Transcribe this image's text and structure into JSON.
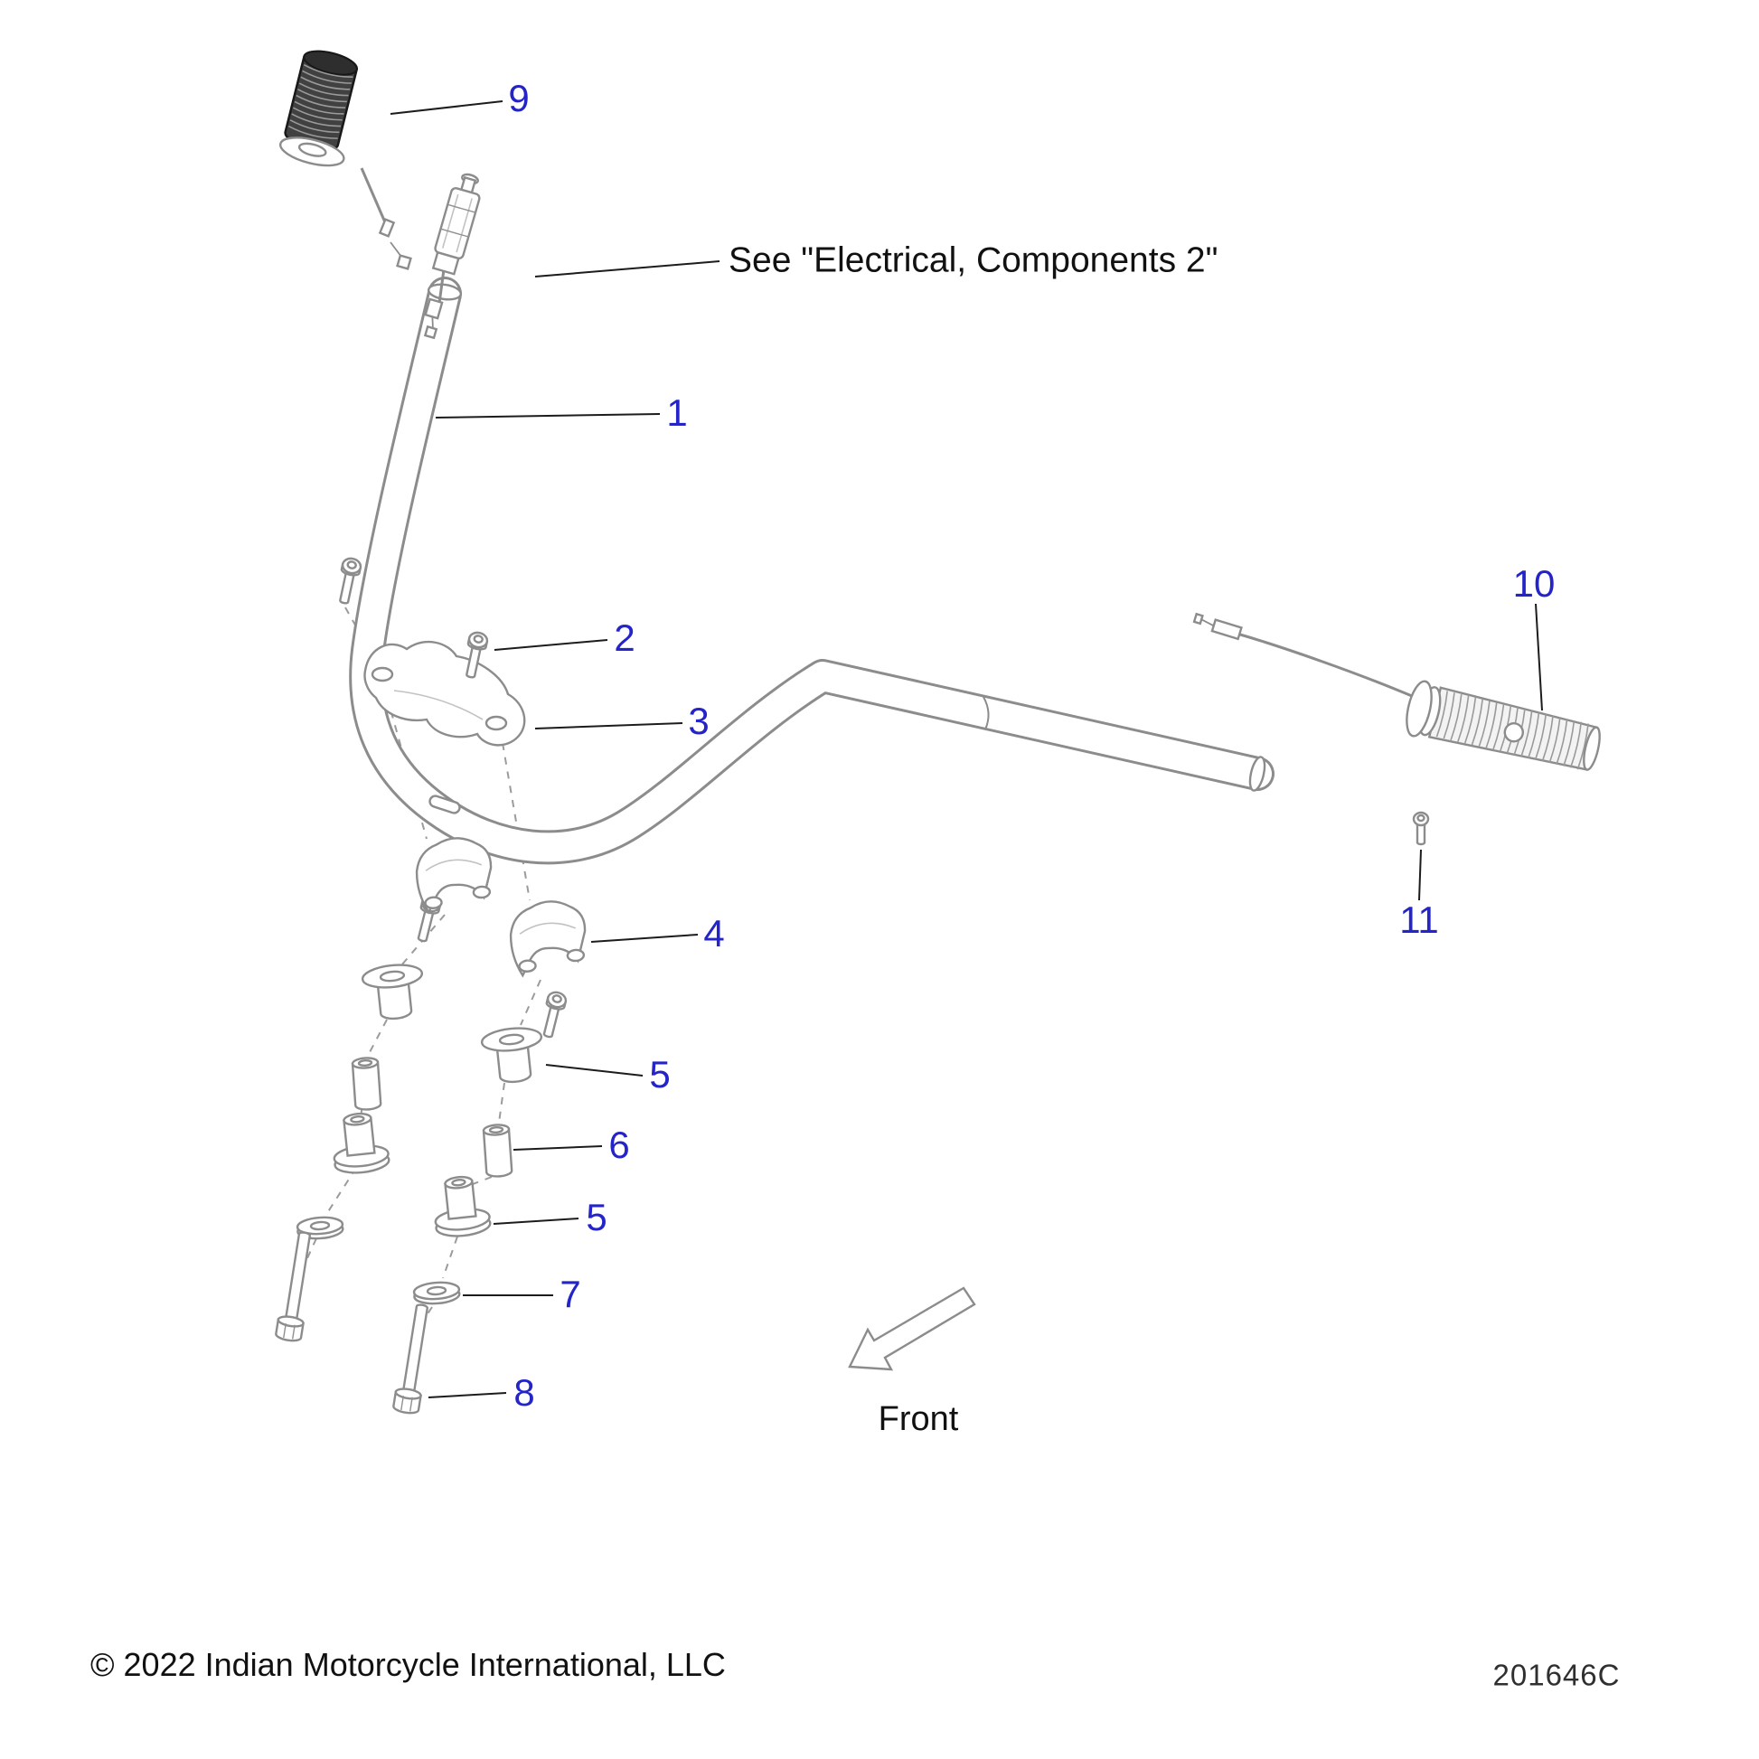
{
  "diagram": {
    "copyright": "© 2022 Indian Motorcycle International, LLC",
    "code": "201646C"
  },
  "annotations": {
    "electrical_note": "See \"Electrical, Components 2\"",
    "front_label": "Front"
  },
  "callouts": {
    "c1": "1",
    "c2": "2",
    "c3": "3",
    "c4": "4",
    "c5a": "5",
    "c5b": "5",
    "c6": "6",
    "c7": "7",
    "c8": "8",
    "c9": "9",
    "c10": "10",
    "c11": "11"
  },
  "colors": {
    "callout_text": "#2424c8",
    "line_art": "#8c8c8c",
    "text": "#111111"
  }
}
